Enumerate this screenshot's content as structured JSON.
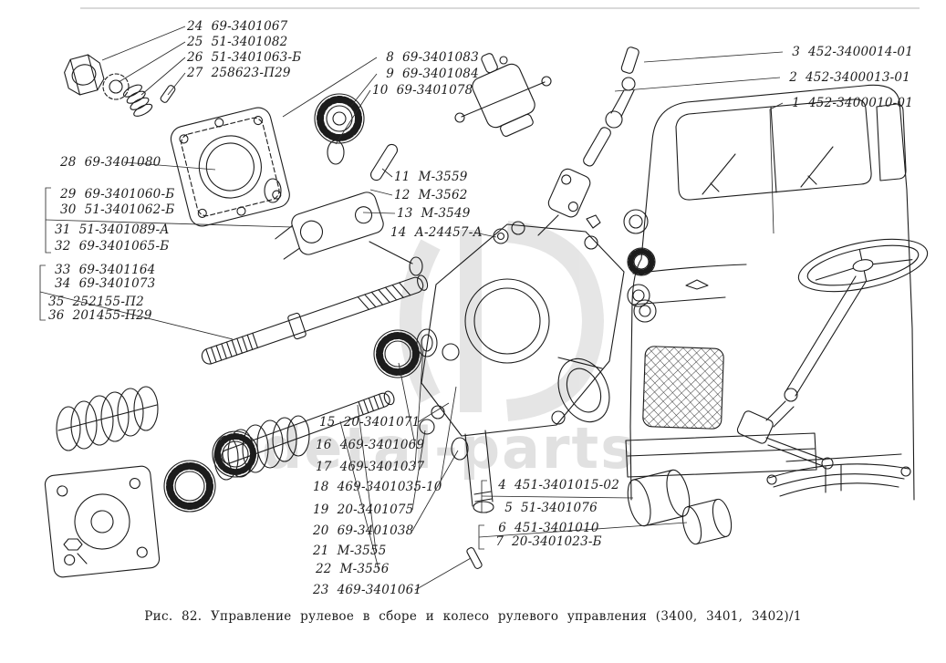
{
  "figure": {
    "caption": "Рис. 82. Управление рулевое в сборе и колесо рулевого управления (3400, 3401, 3402)/1",
    "watermark": "detal-parts",
    "ink": "#1c1c1c",
    "paper": "#ffffff"
  },
  "labels": [
    {
      "num": "24",
      "part": "69-3401067"
    },
    {
      "num": "25",
      "part": "51-3401082"
    },
    {
      "num": "26",
      "part": "51-3401063-Б"
    },
    {
      "num": "27",
      "part": "258623-П29"
    },
    {
      "num": "8",
      "part": "69-3401083"
    },
    {
      "num": "9",
      "part": "69-3401084"
    },
    {
      "num": "10",
      "part": "69-3401078"
    },
    {
      "num": "3",
      "part": "452-3400014-01"
    },
    {
      "num": "2",
      "part": "452-3400013-01"
    },
    {
      "num": "1",
      "part": "452-3400010-01"
    },
    {
      "num": "28",
      "part": "69-3401080"
    },
    {
      "num": "29",
      "part": "69-3401060-Б"
    },
    {
      "num": "30",
      "part": "51-3401062-Б"
    },
    {
      "num": "31",
      "part": "51-3401089-А"
    },
    {
      "num": "32",
      "part": "69-3401065-Б"
    },
    {
      "num": "33",
      "part": "69-3401164"
    },
    {
      "num": "34",
      "part": "69-3401073"
    },
    {
      "num": "35",
      "part": "252155-П2"
    },
    {
      "num": "36",
      "part": "201455-П29"
    },
    {
      "num": "11",
      "part": "М-3559"
    },
    {
      "num": "12",
      "part": "М-3562"
    },
    {
      "num": "13",
      "part": "М-3549"
    },
    {
      "num": "14",
      "part": "А-24457-А"
    },
    {
      "num": "15",
      "part": "20-3401071"
    },
    {
      "num": "16",
      "part": "469-3401069"
    },
    {
      "num": "17",
      "part": "469-3401037"
    },
    {
      "num": "18",
      "part": "469-3401035-10"
    },
    {
      "num": "19",
      "part": "20-3401075"
    },
    {
      "num": "20",
      "part": "69-3401038"
    },
    {
      "num": "21",
      "part": "М-3555"
    },
    {
      "num": "22",
      "part": "М-3556"
    },
    {
      "num": "23",
      "part": "469-3401061"
    },
    {
      "num": "4",
      "part": "451-3401015-02"
    },
    {
      "num": "5",
      "part": "51-3401076"
    },
    {
      "num": "6",
      "part": "451-3401010"
    },
    {
      "num": "7",
      "part": "20-3401023-Б"
    }
  ]
}
